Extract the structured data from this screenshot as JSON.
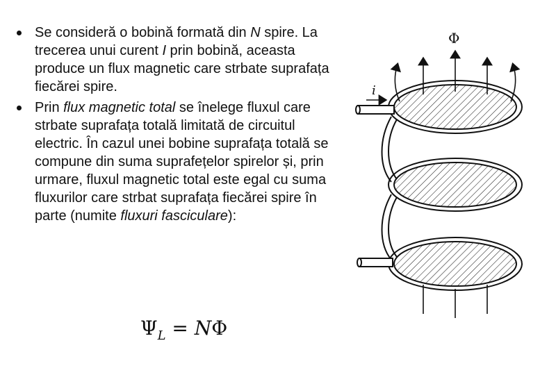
{
  "bullets": [
    {
      "parts": [
        {
          "text": "Se consideră o bobină formată din ",
          "italic": false
        },
        {
          "text": "N",
          "italic": true
        },
        {
          "text": " spire. La trecerea unui curent ",
          "italic": false
        },
        {
          "text": "I",
          "italic": true
        },
        {
          "text": " prin bobină, aceasta produce un flux magnetic care strbate suprafața fiecărei spire.",
          "italic": false
        }
      ]
    },
    {
      "parts": [
        {
          "text": "Prin ",
          "italic": false
        },
        {
          "text": "flux magnetic total",
          "italic": true
        },
        {
          "text": " se înelege fluxul care strbate suprafața totală limitată de circuitul electric. În cazul unei bobine suprafața totală se compune din suma suprafețelor spirelor și, prin urmare, fluxul magnetic total este egal cu suma fluxurilor care strbat suprafața fiecărei spire în parte (numite ",
          "italic": false
        },
        {
          "text": "fluxuri fasciculare",
          "italic": true
        },
        {
          "text": "):",
          "italic": false
        }
      ]
    }
  ],
  "formula": {
    "lhs": "Ψ",
    "lhs_sub": "L",
    "eq": " = ",
    "rhs_italic": "N",
    "rhs": "Φ"
  },
  "figure": {
    "flux_label": "Φ",
    "current_label": "i"
  }
}
